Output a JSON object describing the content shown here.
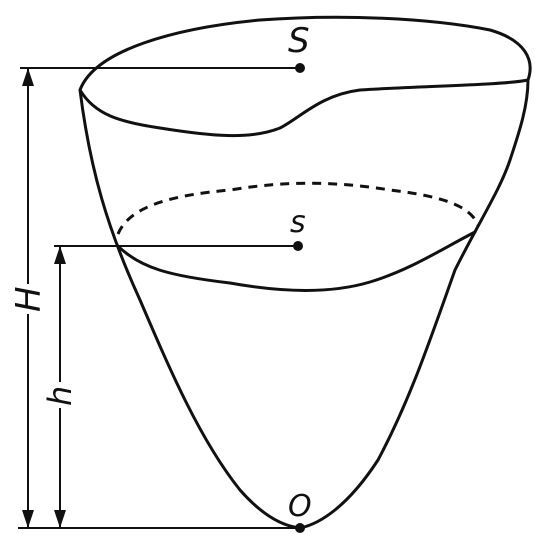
{
  "labels": {
    "top_area": "S",
    "section_area": "s",
    "height_total": "H",
    "height_partial": "h",
    "origin": "O"
  }
}
